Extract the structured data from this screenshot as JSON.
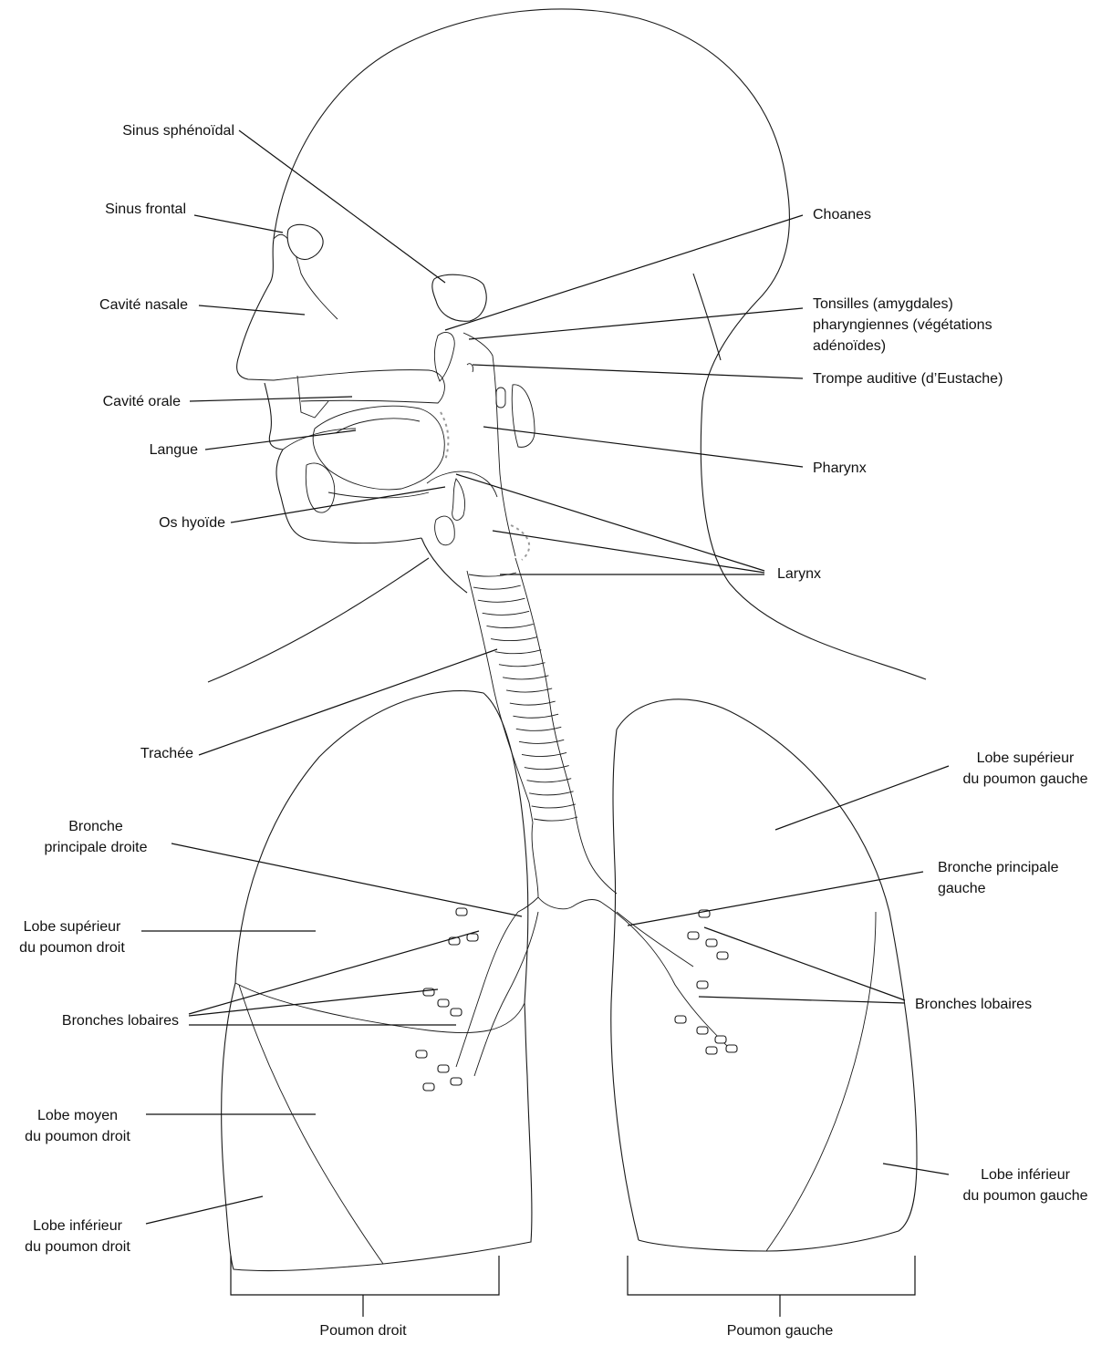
{
  "labels": {
    "sinus_sphenoidal": "Sinus sphénoïdal",
    "sinus_frontal": "Sinus frontal",
    "cavite_nasale": "Cavité nasale",
    "cavite_orale": "Cavité orale",
    "langue": "Langue",
    "os_hyoide": "Os hyoïde",
    "choanes": "Choanes",
    "tonsilles_1": "Tonsilles (amygdales)",
    "tonsilles_2": "pharyngiennes (végétations",
    "tonsilles_3": "adénoïdes)",
    "trompe": "Trompe auditive (d’Eustache)",
    "pharynx": "Pharynx",
    "larynx": "Larynx",
    "trachee": "Trachée",
    "bronche_droite_1": "Bronche",
    "bronche_droite_2": "principale droite",
    "lobe_sup_droit_1": "Lobe supérieur",
    "lobe_sup_droit_2": "du poumon droit",
    "bronches_lobaires_left": "Bronches lobaires",
    "lobe_moyen_1": "Lobe moyen",
    "lobe_moyen_2": "du poumon droit",
    "lobe_inf_droit_1": "Lobe inférieur",
    "lobe_inf_droit_2": "du poumon droit",
    "lobe_sup_gauche_1": "Lobe supérieur",
    "lobe_sup_gauche_2": "du poumon gauche",
    "bronche_gauche_1": "Bronche principale",
    "bronche_gauche_2": "gauche",
    "bronches_lobaires_right": "Bronches lobaires",
    "lobe_inf_gauche_1": "Lobe inférieur",
    "lobe_inf_gauche_2": "du poumon gauche",
    "poumon_droit": "Poumon droit",
    "poumon_gauche": "Poumon gauche"
  }
}
